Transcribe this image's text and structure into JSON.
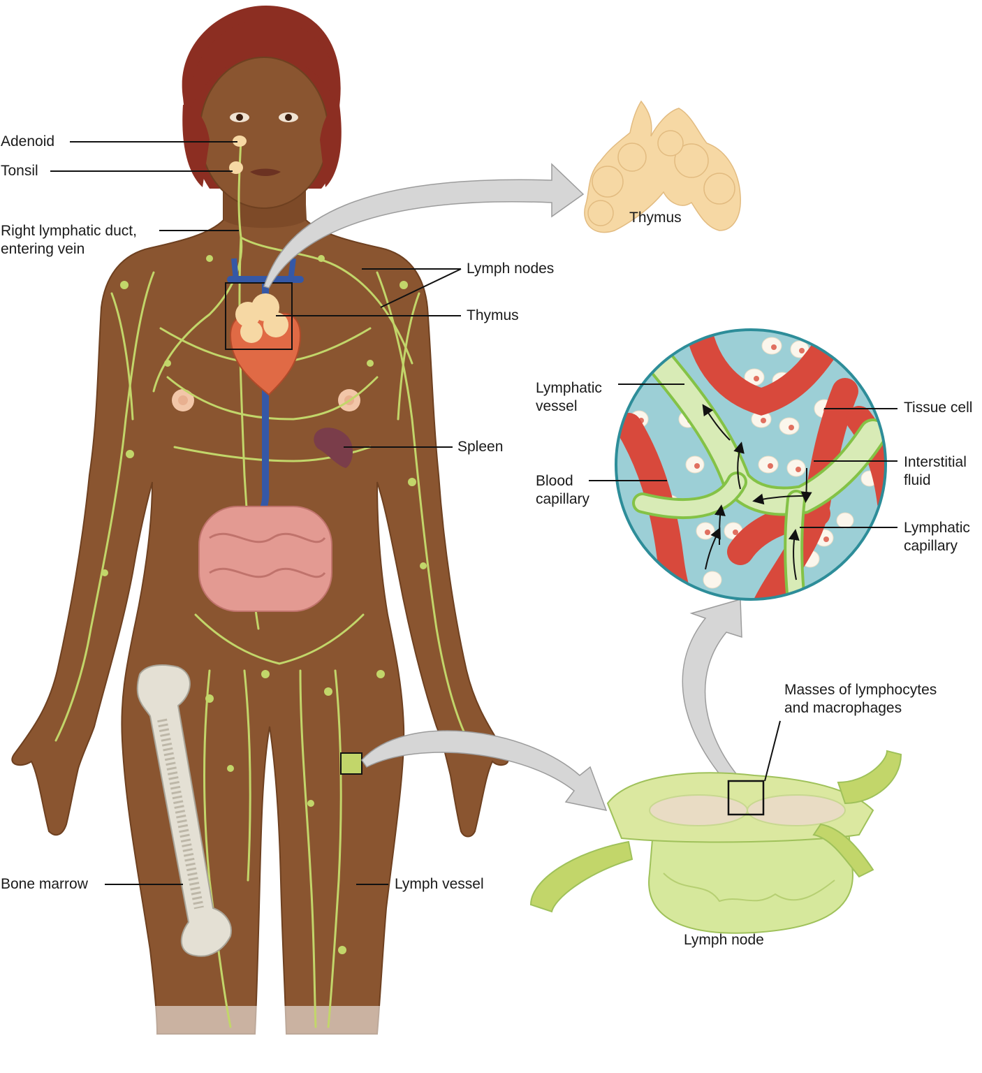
{
  "labels": {
    "adenoid": "Adenoid",
    "tonsil": "Tonsil",
    "right_lymphatic_duct": [
      "Right lymphatic duct,",
      "entering vein"
    ],
    "thymus_detail": "Thymus",
    "lymph_nodes": "Lymph nodes",
    "thymus_body": "Thymus",
    "spleen": "Spleen",
    "lymphatic_vessel": [
      "Lymphatic",
      "vessel"
    ],
    "tissue_cell": "Tissue cell",
    "interstitial_fluid": [
      "Interstitial",
      "fluid"
    ],
    "blood_capillary": [
      "Blood",
      "capillary"
    ],
    "lymphatic_capillary": [
      "Lymphatic",
      "capillary"
    ],
    "masses": [
      "Masses of lymphocytes",
      "and macrophages"
    ],
    "bone_marrow": "Bone marrow",
    "lymph_vessel": "Lymph vessel",
    "lymph_node": "Lymph node"
  },
  "colors": {
    "skin": "#8a5530",
    "skin_dark": "#6e4020",
    "hair": "#8c2e22",
    "lymph": "#c2d66a",
    "lymph_light": "#dbe8a0",
    "thymus": "#f6d8a4",
    "intestine": "#e39a92",
    "heart": "#e06a45",
    "vein": "#3558a6",
    "spleen": "#7a3d4a",
    "bone": "#e4e0d4",
    "blood_capillary": "#d8493c",
    "fluid": "#9ccfd6",
    "arrow": "#d6d6d6"
  }
}
